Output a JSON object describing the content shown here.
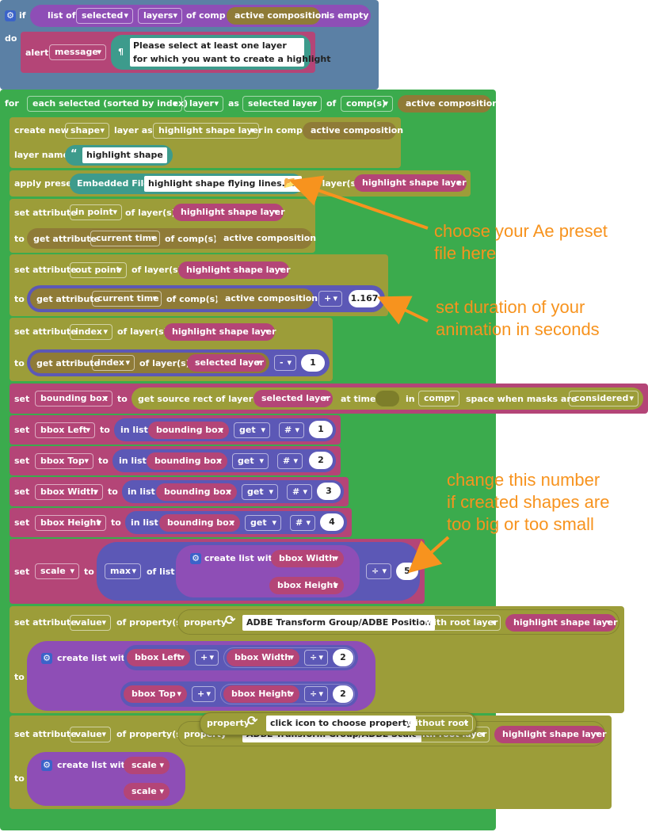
{
  "blocks": {
    "if_label": "if",
    "do_label": "do",
    "list_of": "list of",
    "selected": "selected",
    "layers": "layers",
    "of_comp": "of comp",
    "active_composition": "active composition",
    "is_empty": "is empty",
    "alert": "alert",
    "message": "message",
    "pilcrow": "¶",
    "alert_line1": "Please select at least one layer",
    "alert_line2": "for which you want to create a highlight",
    "for": "for",
    "each_selected": "each selected (sorted by index)",
    "layer": "layer",
    "as": "as",
    "selected_layer": "selected layer",
    "of": "of",
    "comps": "comp(s)",
    "create_new": "create new",
    "shape": "shape",
    "layer_as": "layer as",
    "highlight_shape_layer": "highlight shape layer",
    "in_comp": "in comp",
    "layer_name": "layer name",
    "quote_open": "“",
    "quote_close": "”",
    "highlight_shape": "highlight shape",
    "apply_preset": "apply preset",
    "embedded_file": "Embedded File",
    "preset_file": "highlight shape flying lines.ffx",
    "to_layers": "to layer(s)",
    "set_attribute": "set attribute",
    "in_point": "in point",
    "of_layers": "of layer(s)",
    "to": "to",
    "get_attribute": "get attribute",
    "current_time": "current time",
    "of_comps": "of comp(s)",
    "out_point": "out point",
    "plus": "+",
    "duration": "1.167",
    "index": "index",
    "minus": "-",
    "one": "1",
    "set": "set",
    "bounding_box": "bounding box",
    "get_source_rect": "get source rect of  layer(s)",
    "at_time": "at time",
    "in": "in",
    "comp": "comp",
    "space_when": "space  when masks are",
    "considered": "considered",
    "bbox_left": "bbox Left",
    "bbox_top": "bbox Top",
    "bbox_width": "bbox Width",
    "bbox_height": "bbox Height",
    "in_list": "in list",
    "get": "get",
    "hash": "#",
    "two": "2",
    "three": "3",
    "four": "4",
    "scale": "scale",
    "max": "max",
    "of_list": "of list",
    "create_list_with": "create list with",
    "divide": "÷",
    "five": "5",
    "value": "value",
    "of_properties": "of property(s)",
    "property": "property",
    "adbe_position": "ADBE Transform Group/ADBE Position",
    "with_root_layer": "with root layer",
    "adbe_scale": "ADBE Transform Group/ADBE Scale",
    "click_icon": "click icon to choose property",
    "without_root": "without root"
  },
  "annotations": {
    "preset_line1": "choose your Ae preset",
    "preset_line2": "file here",
    "duration_line1": "set duration of your",
    "duration_line2": "animation in seconds",
    "divisor_line1": "change this number",
    "divisor_line2": "if created shapes are",
    "divisor_line3": "too big or too small"
  },
  "colors": {
    "control_blue": "#5b80a5",
    "loop_green": "#3bab4d",
    "text_purple": "#8e4eb6",
    "variable_magenta": "#b44577",
    "ae_olive": "#9c9d39",
    "comp_brown": "#8f7b37",
    "math_violet": "#5c58b6",
    "text_teal": "#3d9b8c",
    "annotation_orange": "#f7931e"
  },
  "icons": [
    "gear-icon",
    "folder-icon",
    "refresh-icon",
    "arrow-icon"
  ]
}
